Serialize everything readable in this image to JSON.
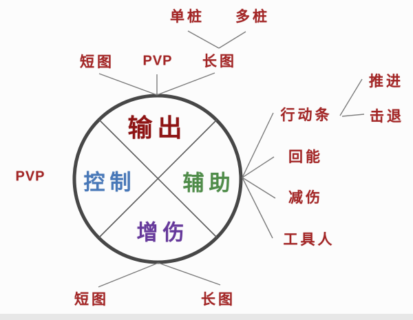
{
  "colors": {
    "label_red": "#a32626",
    "core_red": "#8e1414",
    "core_blue": "#4878b8",
    "core_green": "#4f8c49",
    "core_purple": "#66399b",
    "circle_stroke": "#474747",
    "connector_gray": "#7b7b7b"
  },
  "circle": {
    "top": "输出",
    "left": "控制",
    "right": "辅助",
    "bottom": "增伤"
  },
  "top_branch": {
    "short_chart": "短图",
    "pvp": "PVP",
    "long_chart": "长图",
    "single_target": "单桩",
    "multi_target": "多桩"
  },
  "left_side": {
    "pvp": "PVP"
  },
  "right_branch": {
    "action_bar": "行动条",
    "push_forward": "推进",
    "push_back": "击退",
    "energy_regen": "回能",
    "damage_reduction": "减伤",
    "tool_person": "工具人"
  },
  "bottom_branch": {
    "short_chart": "短图",
    "long_chart": "长图"
  }
}
